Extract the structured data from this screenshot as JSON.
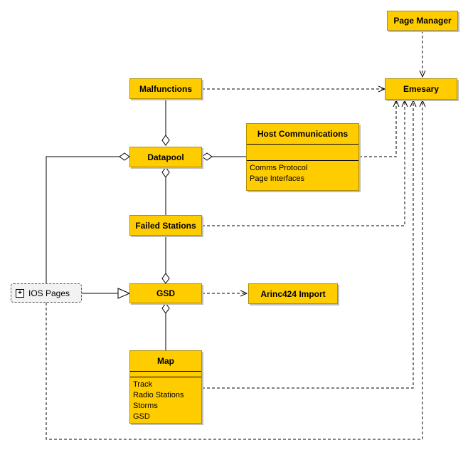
{
  "boxes": {
    "page_manager": {
      "title": "Page Manager"
    },
    "emesary": {
      "title": "Emesary"
    },
    "malfunctions": {
      "title": "Malfunctions"
    },
    "datapool": {
      "title": "Datapool"
    },
    "host_comms": {
      "title": "Host Communications",
      "members": [
        "Comms Protocol",
        "Page Interfaces"
      ]
    },
    "failed_stations": {
      "title": "Failed Stations"
    },
    "gsd": {
      "title": "GSD"
    },
    "arinc": {
      "title": "Arinc424 Import"
    },
    "map": {
      "title": "Map",
      "members": [
        "Track",
        "Radio Stations",
        "Storms",
        "GSD"
      ]
    }
  },
  "package": {
    "label": "IOS Pages",
    "expand_symbol": "+"
  },
  "colors": {
    "box_fill": "#ffcc00",
    "box_border": "#b38f00",
    "line": "#000000"
  }
}
